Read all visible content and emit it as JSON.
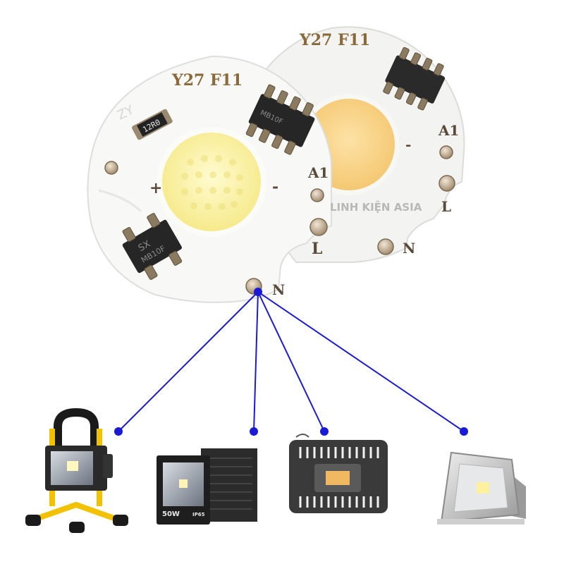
{
  "back_board": {
    "model_label": "Y27  F11",
    "pin_a1": "A1",
    "pin_l": "L",
    "pin_n": "N",
    "led_color": "#f9d58a"
  },
  "front_board": {
    "model_label": "Y27  F11",
    "corner_mark": "ZY",
    "resistor_code": "12R0",
    "plus_sign": "+",
    "minus_sign": "-",
    "pin_a1": "A1",
    "pin_l": "L",
    "pin_n": "N",
    "chip_top": "MB10F",
    "chip_bottom": "MB10F",
    "chip_bottom_brand": "SX",
    "led_color": "#fbf3b0"
  },
  "watermark": "LINH KIỆN ASIA",
  "connector_color": "#1a1ad6",
  "floodlights": [
    {
      "name": "portable-yellow-stand-floodlight"
    },
    {
      "name": "black-50w-floodlight",
      "wattage": "50W",
      "rating": "IP65"
    },
    {
      "name": "black-finned-floodlight"
    },
    {
      "name": "silver-floodlight"
    }
  ]
}
